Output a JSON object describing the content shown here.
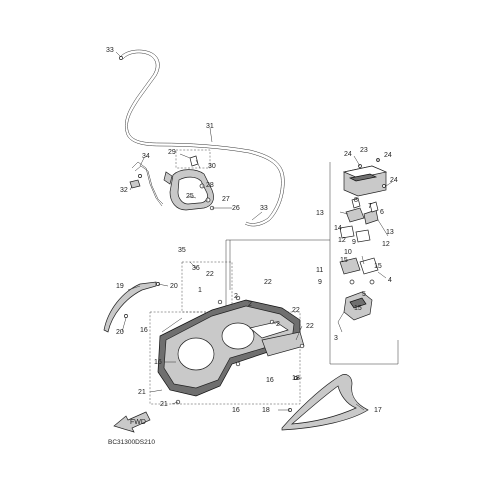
{
  "diagram_code": "BC31300DS210",
  "front_arrow_label": "FWD",
  "callouts": [
    {
      "id": "c33a",
      "text": "33"
    },
    {
      "id": "c31",
      "text": "31"
    },
    {
      "id": "c29",
      "text": "29"
    },
    {
      "id": "c30",
      "text": "30"
    },
    {
      "id": "c34",
      "text": "34"
    },
    {
      "id": "c32",
      "text": "32"
    },
    {
      "id": "c25",
      "text": "25"
    },
    {
      "id": "c28",
      "text": "28"
    },
    {
      "id": "c27",
      "text": "27"
    },
    {
      "id": "c26",
      "text": "26"
    },
    {
      "id": "c33b",
      "text": "33"
    },
    {
      "id": "c24a",
      "text": "24"
    },
    {
      "id": "c23",
      "text": "23"
    },
    {
      "id": "c24b",
      "text": "24"
    },
    {
      "id": "c24c",
      "text": "24"
    },
    {
      "id": "c13a",
      "text": "13"
    },
    {
      "id": "c8",
      "text": "8"
    },
    {
      "id": "c7",
      "text": "7"
    },
    {
      "id": "c6",
      "text": "6"
    },
    {
      "id": "c14",
      "text": "14"
    },
    {
      "id": "c13b",
      "text": "13"
    },
    {
      "id": "c12a",
      "text": "12"
    },
    {
      "id": "c9a",
      "text": "9"
    },
    {
      "id": "c12b",
      "text": "12"
    },
    {
      "id": "c10",
      "text": "10"
    },
    {
      "id": "c15a",
      "text": "15"
    },
    {
      "id": "c11",
      "text": "11"
    },
    {
      "id": "c9b",
      "text": "9"
    },
    {
      "id": "c15b",
      "text": "15"
    },
    {
      "id": "c4",
      "text": "4"
    },
    {
      "id": "c5",
      "text": "5"
    },
    {
      "id": "c15c",
      "text": "15"
    },
    {
      "id": "c3",
      "text": "3"
    },
    {
      "id": "c35",
      "text": "35"
    },
    {
      "id": "c36",
      "text": "36"
    },
    {
      "id": "c19",
      "text": "19"
    },
    {
      "id": "c20a",
      "text": "20"
    },
    {
      "id": "c1",
      "text": "1"
    },
    {
      "id": "c22a",
      "text": "22"
    },
    {
      "id": "c22b",
      "text": "22"
    },
    {
      "id": "c2a",
      "text": "2"
    },
    {
      "id": "c2b",
      "text": "2"
    },
    {
      "id": "c22c",
      "text": "22"
    },
    {
      "id": "c20b",
      "text": "20"
    },
    {
      "id": "c16a",
      "text": "16"
    },
    {
      "id": "c2c",
      "text": "2"
    },
    {
      "id": "c22d",
      "text": "22"
    },
    {
      "id": "c16b",
      "text": "16"
    },
    {
      "id": "c16c",
      "text": "16"
    },
    {
      "id": "c18a",
      "text": "18"
    },
    {
      "id": "c21a",
      "text": "21"
    },
    {
      "id": "c21b",
      "text": "21"
    },
    {
      "id": "c16d",
      "text": "16"
    },
    {
      "id": "c18b",
      "text": "18"
    },
    {
      "id": "c17",
      "text": "17"
    }
  ]
}
